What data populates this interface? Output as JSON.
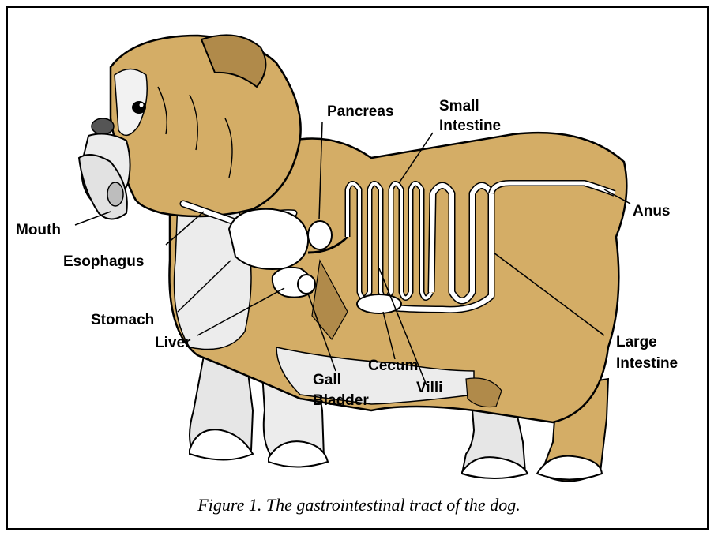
{
  "caption": "Figure 1. The gastrointestinal tract of the dog.",
  "colors": {
    "fur": "#d4ad66",
    "fur_dark": "#b08a4a",
    "white_fur": "#ececec",
    "outline": "#000000",
    "organ": "#ffffff"
  },
  "labels": {
    "mouth": "Mouth",
    "esophagus": "Esophagus",
    "stomach": "Stomach",
    "liver": "Liver",
    "pancreas": "Pancreas",
    "small_intestine_line1": "Small",
    "small_intestine_line2": "Intestine",
    "anus": "Anus",
    "large_intestine_line1": "Large",
    "large_intestine_line2": "Intestine",
    "gall_bladder_line1": "Gall",
    "gall_bladder_line2": "Bladder",
    "cecum": "Cecum",
    "villi": "Villi"
  }
}
